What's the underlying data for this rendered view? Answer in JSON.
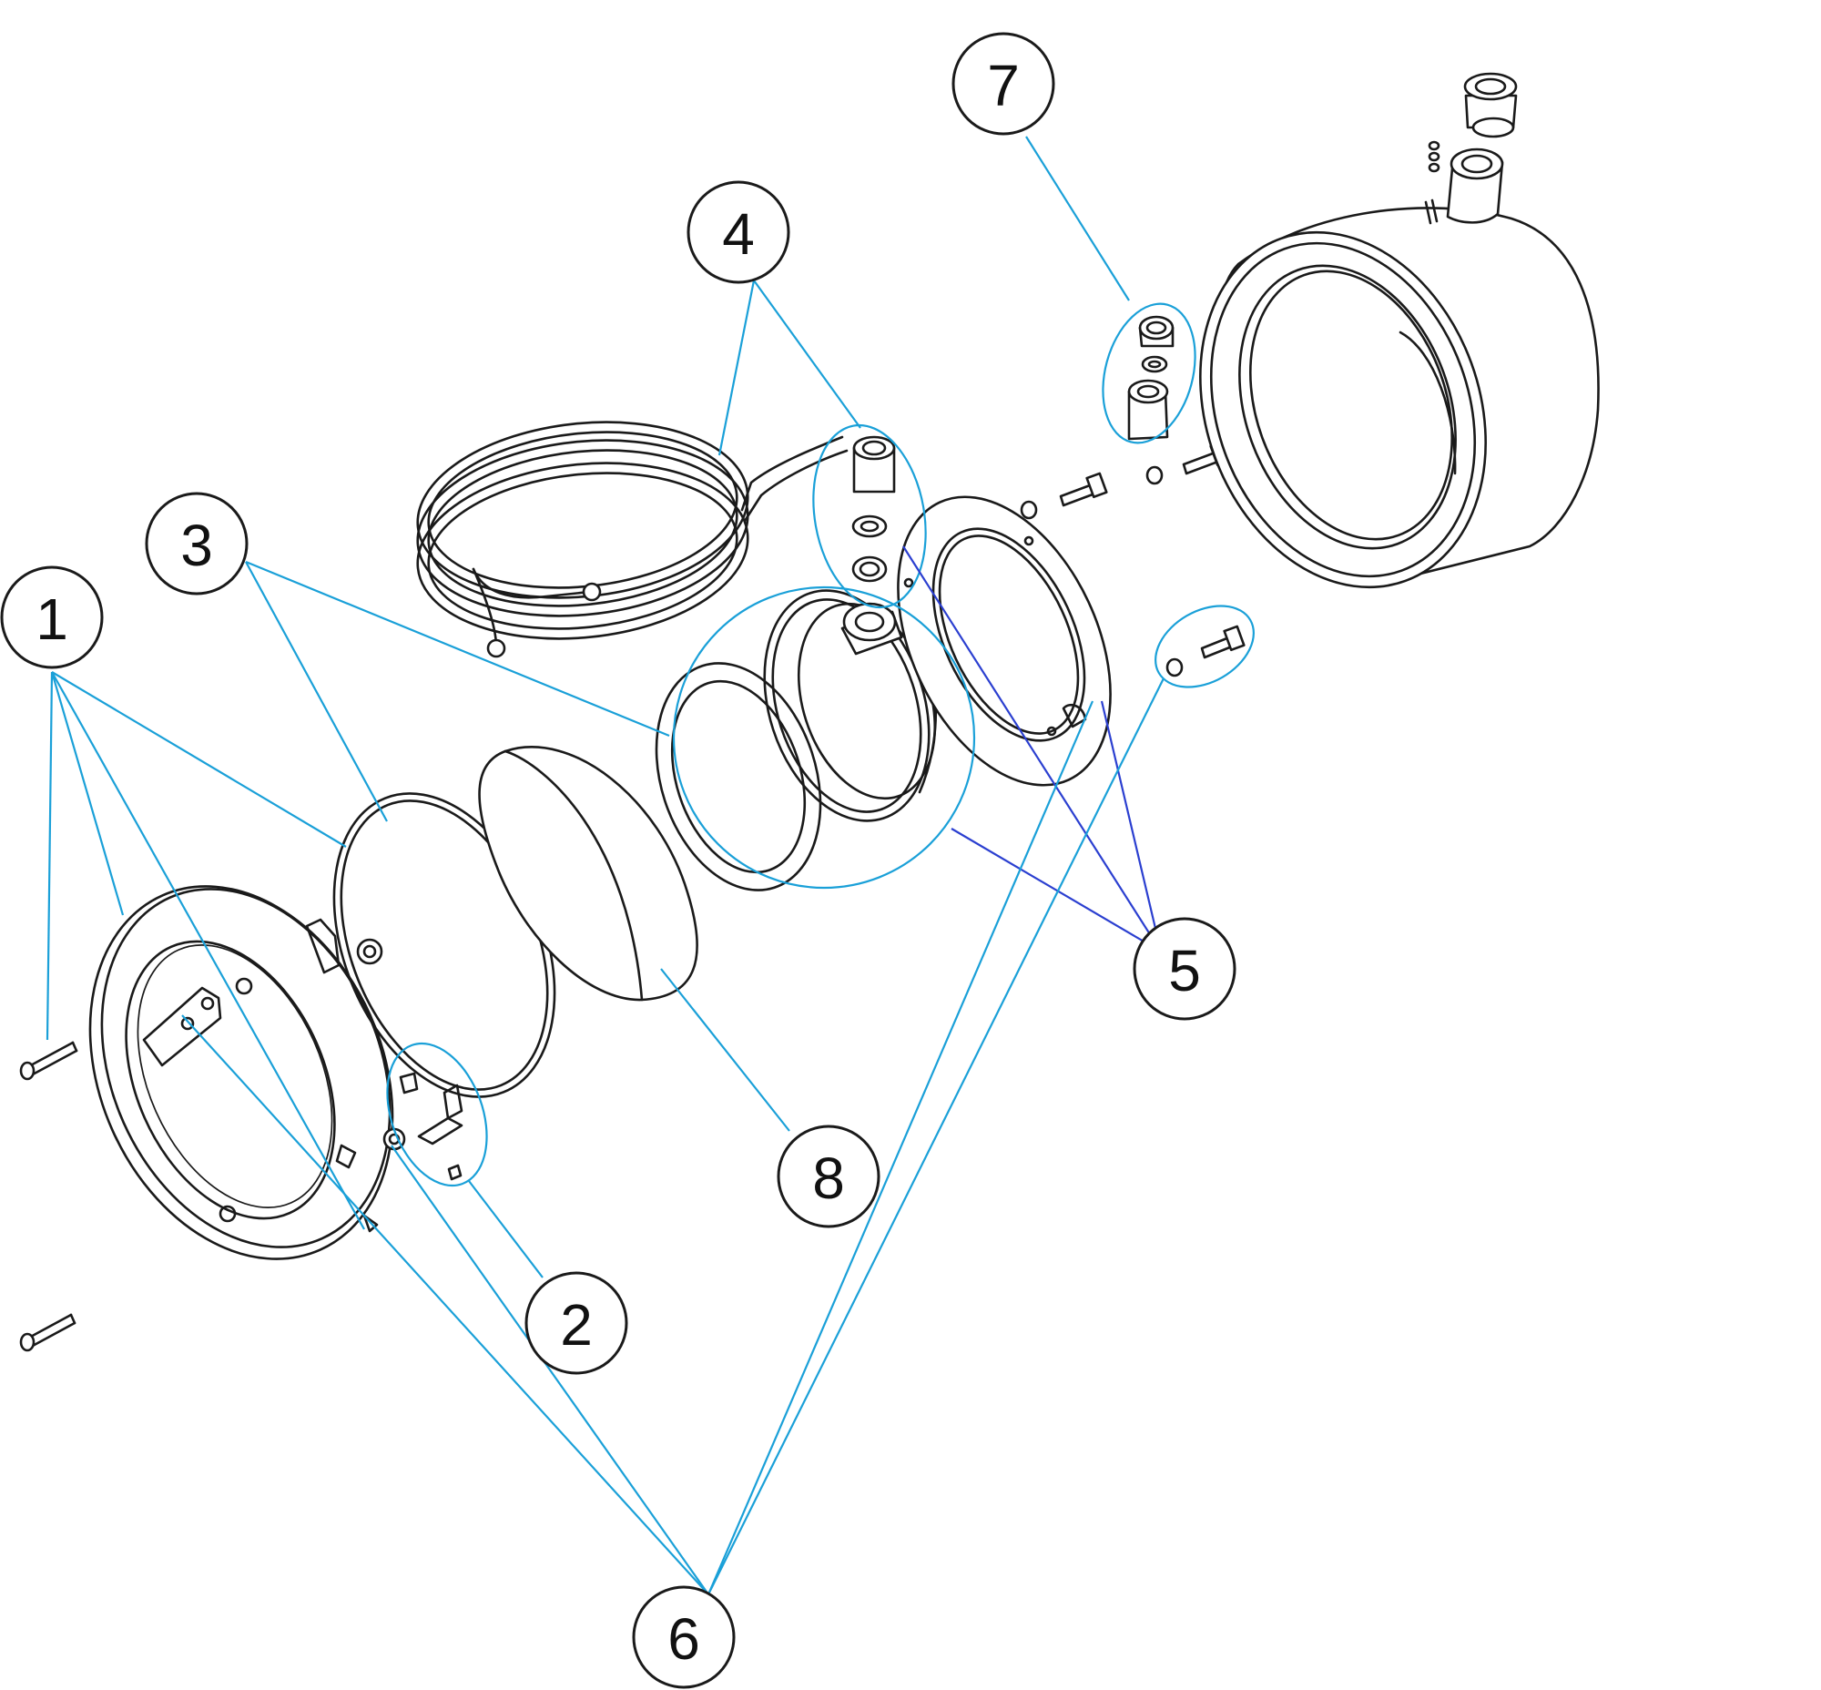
{
  "colors": {
    "leader": "#1aa0d8",
    "leader_dark": "#2b3fd0",
    "line": "#1a1a1a",
    "background": "#ffffff"
  },
  "callouts": [
    {
      "id": "1",
      "label": "1"
    },
    {
      "id": "2",
      "label": "2"
    },
    {
      "id": "3",
      "label": "3"
    },
    {
      "id": "4",
      "label": "4"
    },
    {
      "id": "5",
      "label": "5"
    },
    {
      "id": "6",
      "label": "6"
    },
    {
      "id": "7",
      "label": "7"
    },
    {
      "id": "8",
      "label": "8"
    }
  ]
}
